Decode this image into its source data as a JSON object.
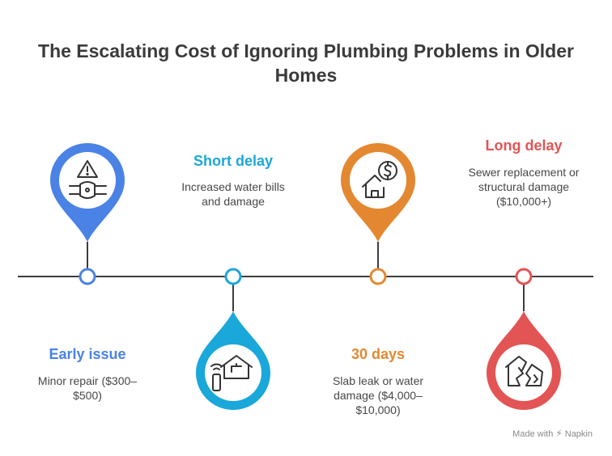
{
  "title": [
    "The Escalating Cost of Ignoring Plumbing Problems in Older",
    "Homes"
  ],
  "colors": {
    "blue": "#4a82e6",
    "cyan": "#1aa7d9",
    "orange": "#e38831",
    "red": "#e35454",
    "line": "#3d3d3d"
  },
  "stages": [
    {
      "heading": "Early issue",
      "description": [
        "Minor repair ($300–",
        "$500)"
      ],
      "icon": "warning-pipe-icon"
    },
    {
      "heading": "Short delay",
      "description": [
        "Increased water bills",
        "and damage"
      ],
      "icon": "smart-home-faucet-icon"
    },
    {
      "heading": "30 days",
      "description": [
        "Slab leak or water",
        "damage ($4,000–",
        "$10,000)"
      ],
      "icon": "house-cost-icon"
    },
    {
      "heading": "Long delay",
      "description": [
        "Sewer replacement or",
        "structural damage",
        "($10,000+)"
      ],
      "icon": "cracked-structure-icon"
    }
  ],
  "brand": {
    "prefix": "Made with",
    "name": "Napkin"
  }
}
